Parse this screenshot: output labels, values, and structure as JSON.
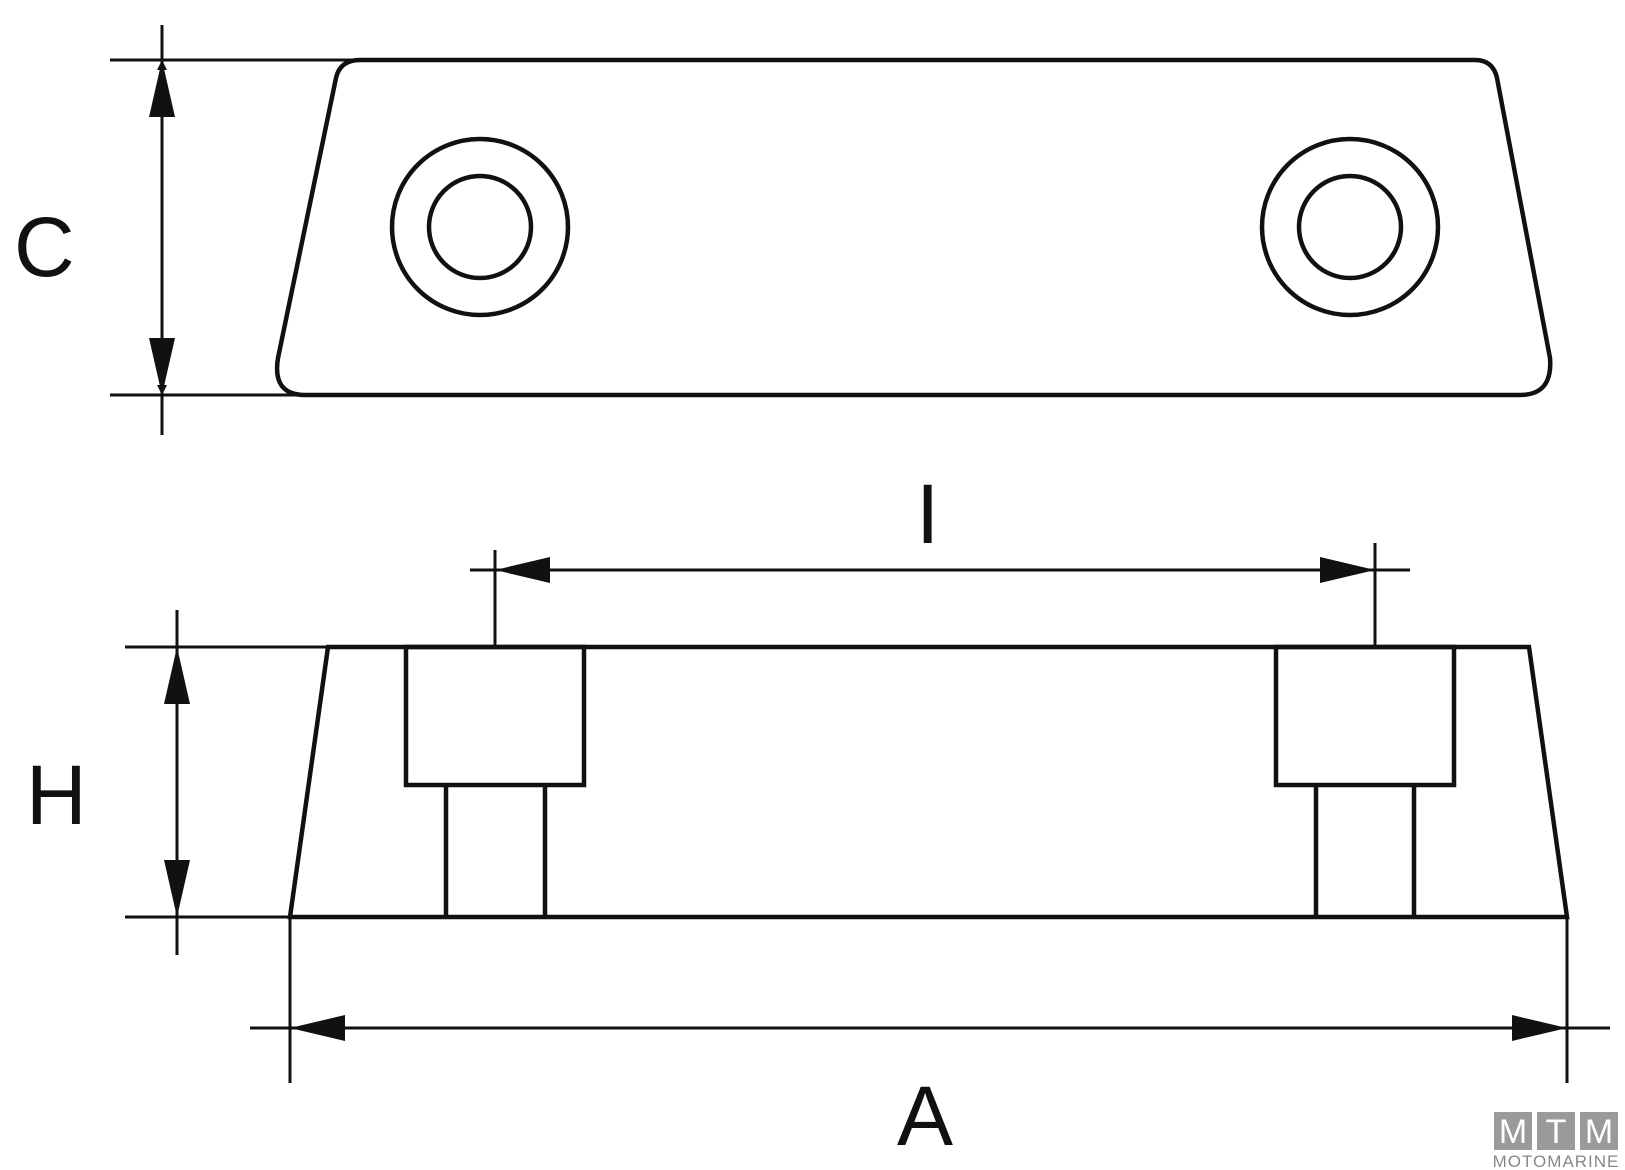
{
  "labels": {
    "c": "C",
    "h": "H",
    "i": "I",
    "a": "A"
  },
  "logo": {
    "letter_1": "M",
    "letter_2": "T",
    "letter_3": "M",
    "subtitle": "MOTOMARINE"
  },
  "colors": {
    "line": "#111111",
    "logo_tile": "#9a9a9a",
    "logo_text": "#8a8a8a"
  }
}
